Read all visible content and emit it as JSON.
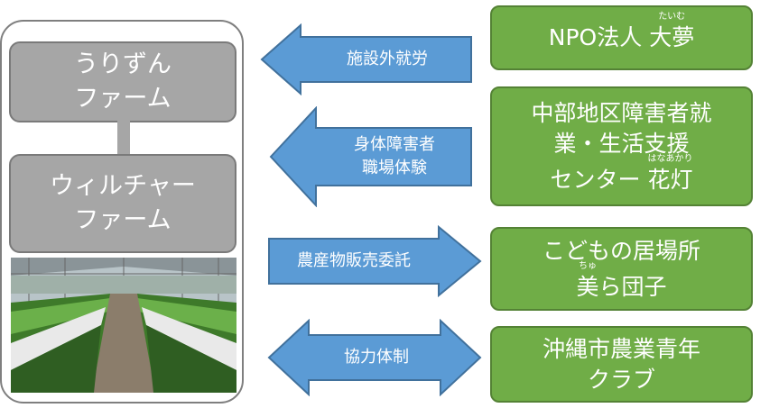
{
  "farms": {
    "top": [
      "うりずん",
      "ファーム"
    ],
    "bottom": [
      "ウィルチャー",
      "ファーム"
    ]
  },
  "arrows": {
    "a1": [
      "施設外就労"
    ],
    "a2": [
      "身体障害者",
      "職場体験"
    ],
    "a3": [
      "農産物販売委託"
    ],
    "a4": [
      "協力体制"
    ]
  },
  "partners": {
    "p1": {
      "text": "NPO法人 ",
      "kanji": "大夢",
      "ruby": "たいむ"
    },
    "p2": {
      "line1": "中部地区障害者就",
      "line2": "業・生活支援",
      "line3_text": "センター ",
      "kanji": "花灯",
      "ruby": "はなあかり"
    },
    "p3": {
      "line1": "こどもの居場所",
      "kanji": "美",
      "ruby": "ちゅ",
      "rest": "ら団子"
    },
    "p4": {
      "line1": "沖縄市農業青年",
      "line2": "クラブ"
    }
  },
  "colors": {
    "arrow_fill": "#5b9bd5",
    "partner_fill": "#70ad47",
    "farm_fill": "#a6a6a6"
  }
}
